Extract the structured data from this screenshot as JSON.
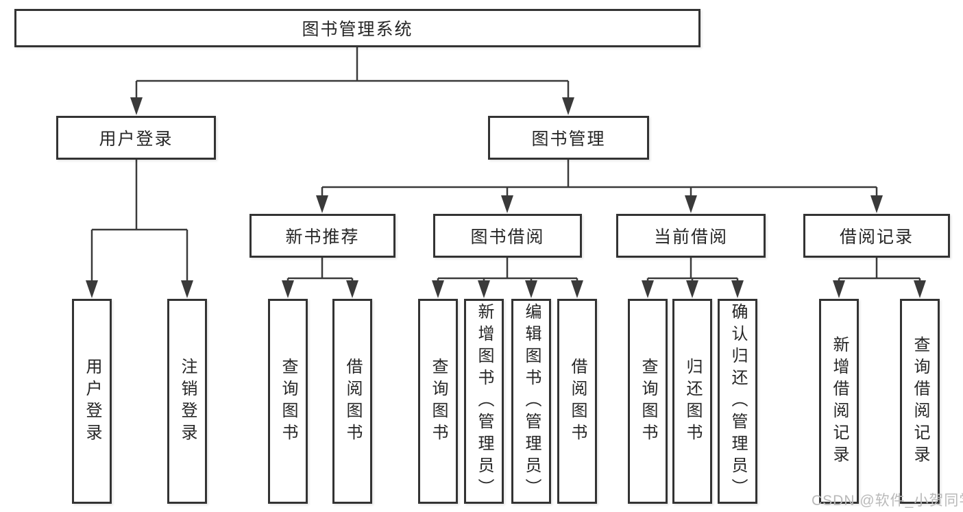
{
  "diagram": {
    "root": {
      "label": "图书管理系统"
    },
    "level2": [
      {
        "label": "用户登录"
      },
      {
        "label": "图书管理"
      }
    ],
    "level3": [
      {
        "label": "新书推荐"
      },
      {
        "label": "图书借阅"
      },
      {
        "label": "当前借阅"
      },
      {
        "label": "借阅记录"
      }
    ],
    "leaves": {
      "user_login": [
        "用户登录",
        "注销登录"
      ],
      "new_book_recommend": [
        "查询图书",
        "借阅图书"
      ],
      "book_borrow": [
        "查询图书",
        "新增图书（管理员）",
        "编辑图书（管理员）",
        "借阅图书"
      ],
      "current_borrow": [
        "查询图书",
        "归还图书",
        "确认归还（管理员）"
      ],
      "borrow_records": [
        "新增借阅记录",
        "查询借阅记录"
      ]
    }
  },
  "watermark": {
    "text": "CSDN @软件_小贺同学",
    "color": "#b9b9b9"
  },
  "colors": {
    "line": "#3a3a3a",
    "box_border": "#333333",
    "text": "#262626",
    "background": "#ffffff"
  }
}
